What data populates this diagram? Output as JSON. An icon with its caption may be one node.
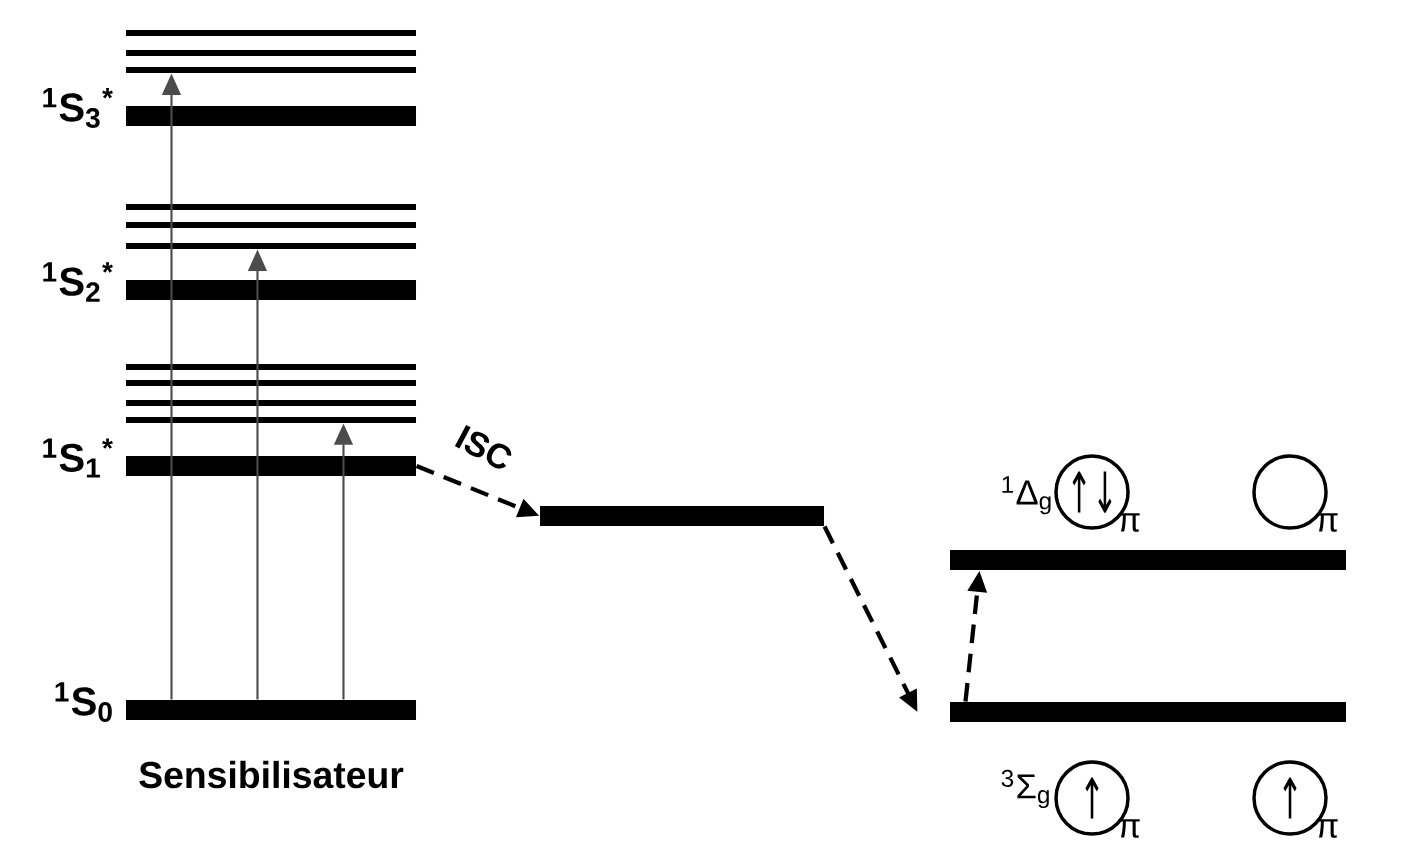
{
  "diagram": {
    "nodes": [
      {
        "text": [
          "$^{1}$S$_{3}$$^{*}$"
        ]
      },
      {
        "text": [],
        "shape": "bar"
      },
      {
        "text": [
          "$^{1}$S$_{2}$$^{*}$"
        ]
      },
      {
        "text": [],
        "shape": "bar"
      },
      {
        "text": [
          "$^{1}$S$_{1}$$^{*}$"
        ]
      },
      {
        "text": [],
        "shape": "bar"
      },
      {
        "text": [
          "$^{1}$S$_{0}$"
        ],
        "beside": [
          "Sensibilisateur"
        ]
      },
      {
        "text": [],
        "shape": "bar"
      },
      {
        "text": [
          "$^{1}$Δ$_{g}$"
        ]
      },
      {
        "text": [
          "$^{3}$Σ$_{g}$"
        ]
      },
      {
        "text": [
          "↑↓"
        ],
        "beside": [
          "π"
        ]
      },
      {
        "text": [],
        "shape": "circle",
        "beside": [
          "π"
        ]
      },
      {
        "text": [
          "↑"
        ],
        "beside": [
          "π"
        ]
      },
      {
        "text": [
          "↑"
        ],
        "beside": [
          "π"
        ]
      }
    ],
    "edges": [
      {
        "from": 6,
        "to": 1,
        "arrow": "to"
      },
      {
        "from": 6,
        "to": 3,
        "arrow": "to"
      },
      {
        "from": 6,
        "to": 5,
        "arrow": "to"
      },
      {
        "from": 4,
        "to": 7,
        "arrow": "to",
        "style": "dashed",
        "label": "ISC"
      },
      {
        "from": 7,
        "to": 9,
        "arrow": "to",
        "style": "dashed"
      },
      {
        "from": 9,
        "to": 8,
        "arrow": "to",
        "style": "dashed"
      }
    ]
  }
}
